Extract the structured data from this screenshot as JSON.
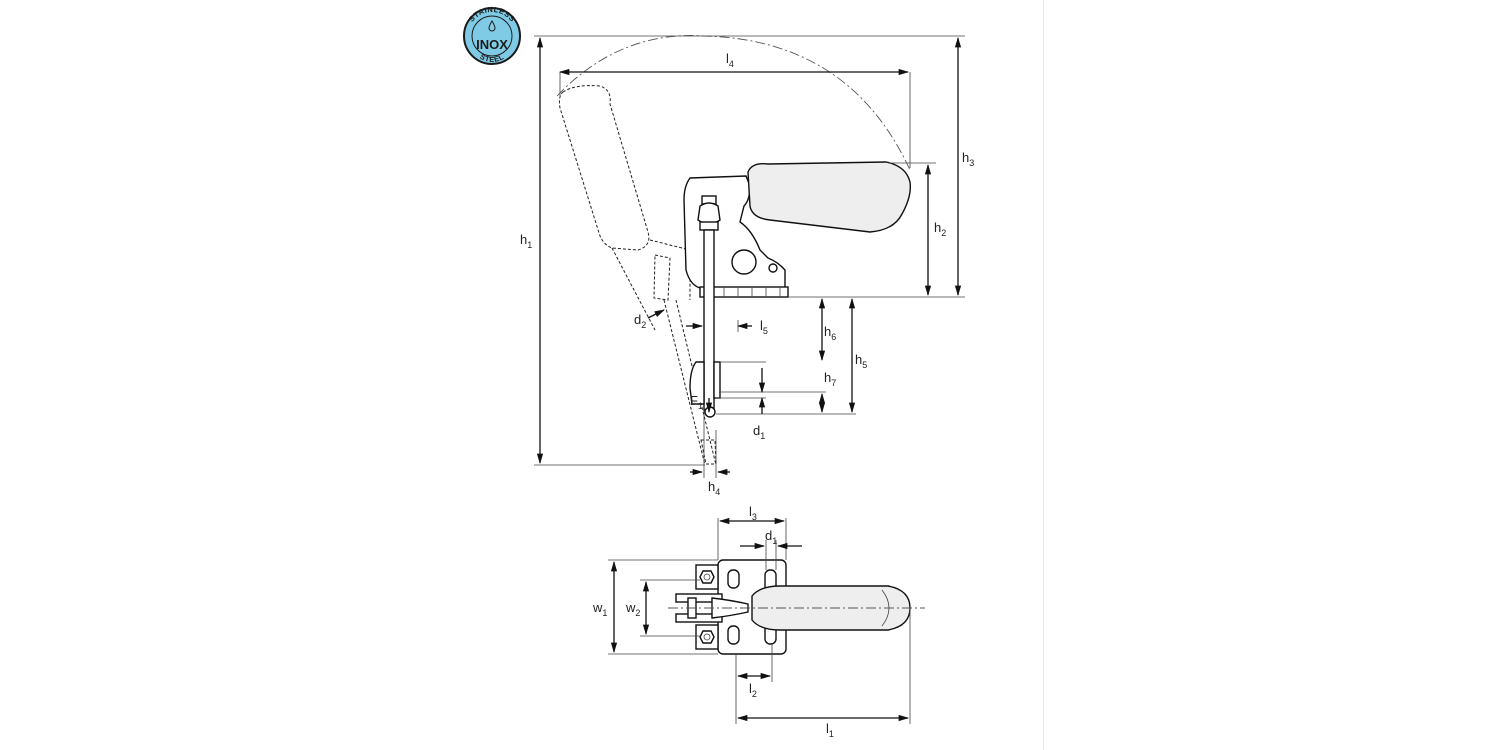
{
  "badge": {
    "top_text": "STAINLESS",
    "center_text": "INOX",
    "bottom_text": "STEEL",
    "color": "#7fcbe6"
  },
  "dimensions": {
    "h1": {
      "base": "h",
      "sub": "1"
    },
    "h2": {
      "base": "h",
      "sub": "2"
    },
    "h3": {
      "base": "h",
      "sub": "3"
    },
    "h4": {
      "base": "h",
      "sub": "4"
    },
    "h5": {
      "base": "h",
      "sub": "5"
    },
    "h6": {
      "base": "h",
      "sub": "6"
    },
    "h7": {
      "base": "h",
      "sub": "7"
    },
    "l1": {
      "base": "l",
      "sub": "1"
    },
    "l2": {
      "base": "l",
      "sub": "2"
    },
    "l3": {
      "base": "l",
      "sub": "3"
    },
    "l4": {
      "base": "l",
      "sub": "4"
    },
    "l5": {
      "base": "l",
      "sub": "5"
    },
    "d1_side": {
      "base": "d",
      "sub": "1"
    },
    "d1_top": {
      "base": "d",
      "sub": "1"
    },
    "d2": {
      "base": "d",
      "sub": "2"
    },
    "F1": {
      "base": "F",
      "sub": "1"
    },
    "w1": {
      "base": "w",
      "sub": "1"
    },
    "w2": {
      "base": "w",
      "sub": "2"
    }
  }
}
